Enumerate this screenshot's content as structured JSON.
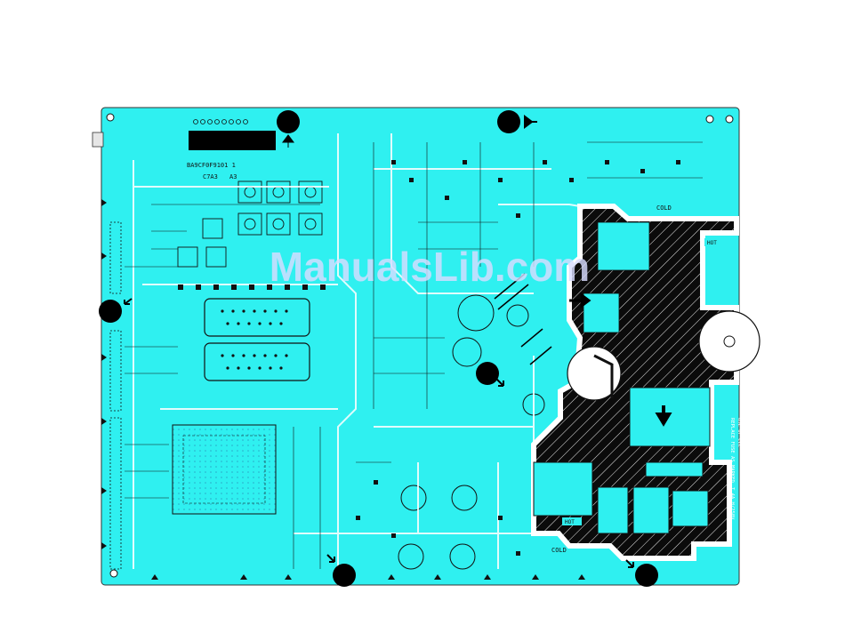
{
  "board": {
    "part_number": "BA9CF0F9101 1",
    "revision": "C7A3",
    "revision_suffix": "A3",
    "zone_cold_top": "COLD",
    "zone_cold_bottom": "COLD",
    "zone_hot_right": "HOT",
    "zone_hot_bottom": "HOT",
    "fuse_warning_line1": "REPLACE FUSE AS MARKED",
    "fuse_warning_line2": "USE OF CCC",
    "fuse_rating": "T 4A H/250V"
  },
  "watermark": {
    "text": "ManualsLib.com"
  },
  "colors": {
    "board": "#2ff0f0",
    "trace": "#1a1a1a",
    "hot_zone": "#0b0b0b",
    "watermark": "#d8dcff"
  }
}
